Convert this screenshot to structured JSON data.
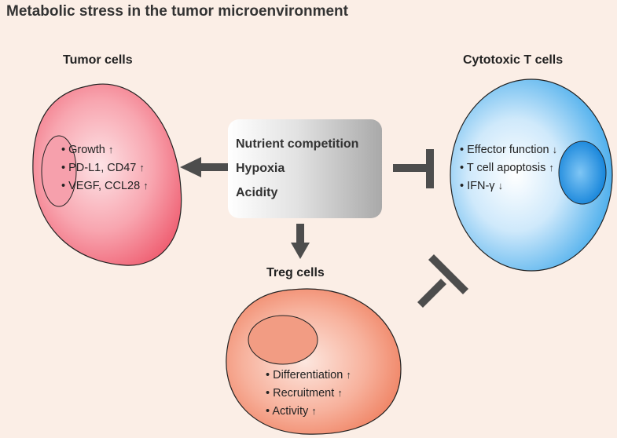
{
  "title": "Metabolic stress in the tumor microenvironment",
  "center": {
    "items": [
      "Nutrient competition",
      "Hypoxia",
      "Acidity"
    ]
  },
  "tumor": {
    "label": "Tumor cells",
    "items": [
      "Growth",
      "PD-L1, CD47",
      "VEGF, CCL28"
    ],
    "arrows": [
      "↑",
      "↑",
      "↑"
    ]
  },
  "tcell": {
    "label": "Cytotoxic T cells",
    "items": [
      "Effector function",
      "T cell apoptosis",
      "IFN-γ"
    ],
    "arrows": [
      "↓",
      "↑",
      "↓"
    ]
  },
  "treg": {
    "label": "Treg cells",
    "items": [
      "Differentiation",
      "Recruitment",
      "Activity"
    ],
    "arrows": [
      "↑",
      "↑",
      "↑"
    ]
  },
  "colors": {
    "tumor": "#f26b7a",
    "tcell": "#2f9fe8",
    "treg": "#f2876a",
    "connector": "#4d4d4d"
  }
}
